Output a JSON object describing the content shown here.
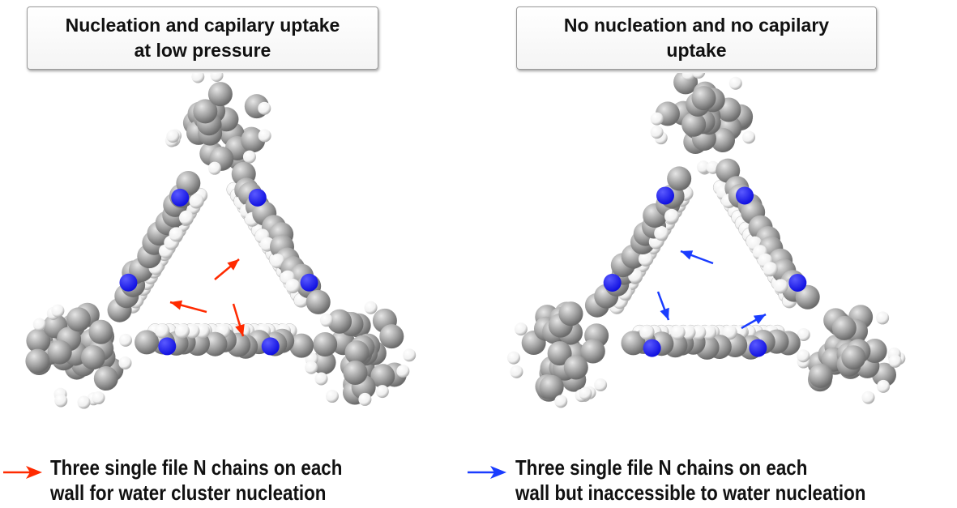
{
  "panels": [
    {
      "title_line1": "Nucleation and capilary uptake",
      "title_line2": "at low pressure"
    },
    {
      "title_line1": "No nucleation and no capilary",
      "title_line2": "uptake"
    }
  ],
  "legend": [
    {
      "line1": "Three single file N chains on each",
      "line2": "wall for water cluster nucleation",
      "arrow_color": "#ff2a00"
    },
    {
      "line1": "Three single file N chains on each",
      "line2": "wall but inaccessible to water nucleation",
      "arrow_color": "#1a3cff"
    }
  ],
  "colors": {
    "carbon": "#9e9e9e",
    "hydrogen": "#ffffff",
    "nitrogen": "#1010e0"
  }
}
